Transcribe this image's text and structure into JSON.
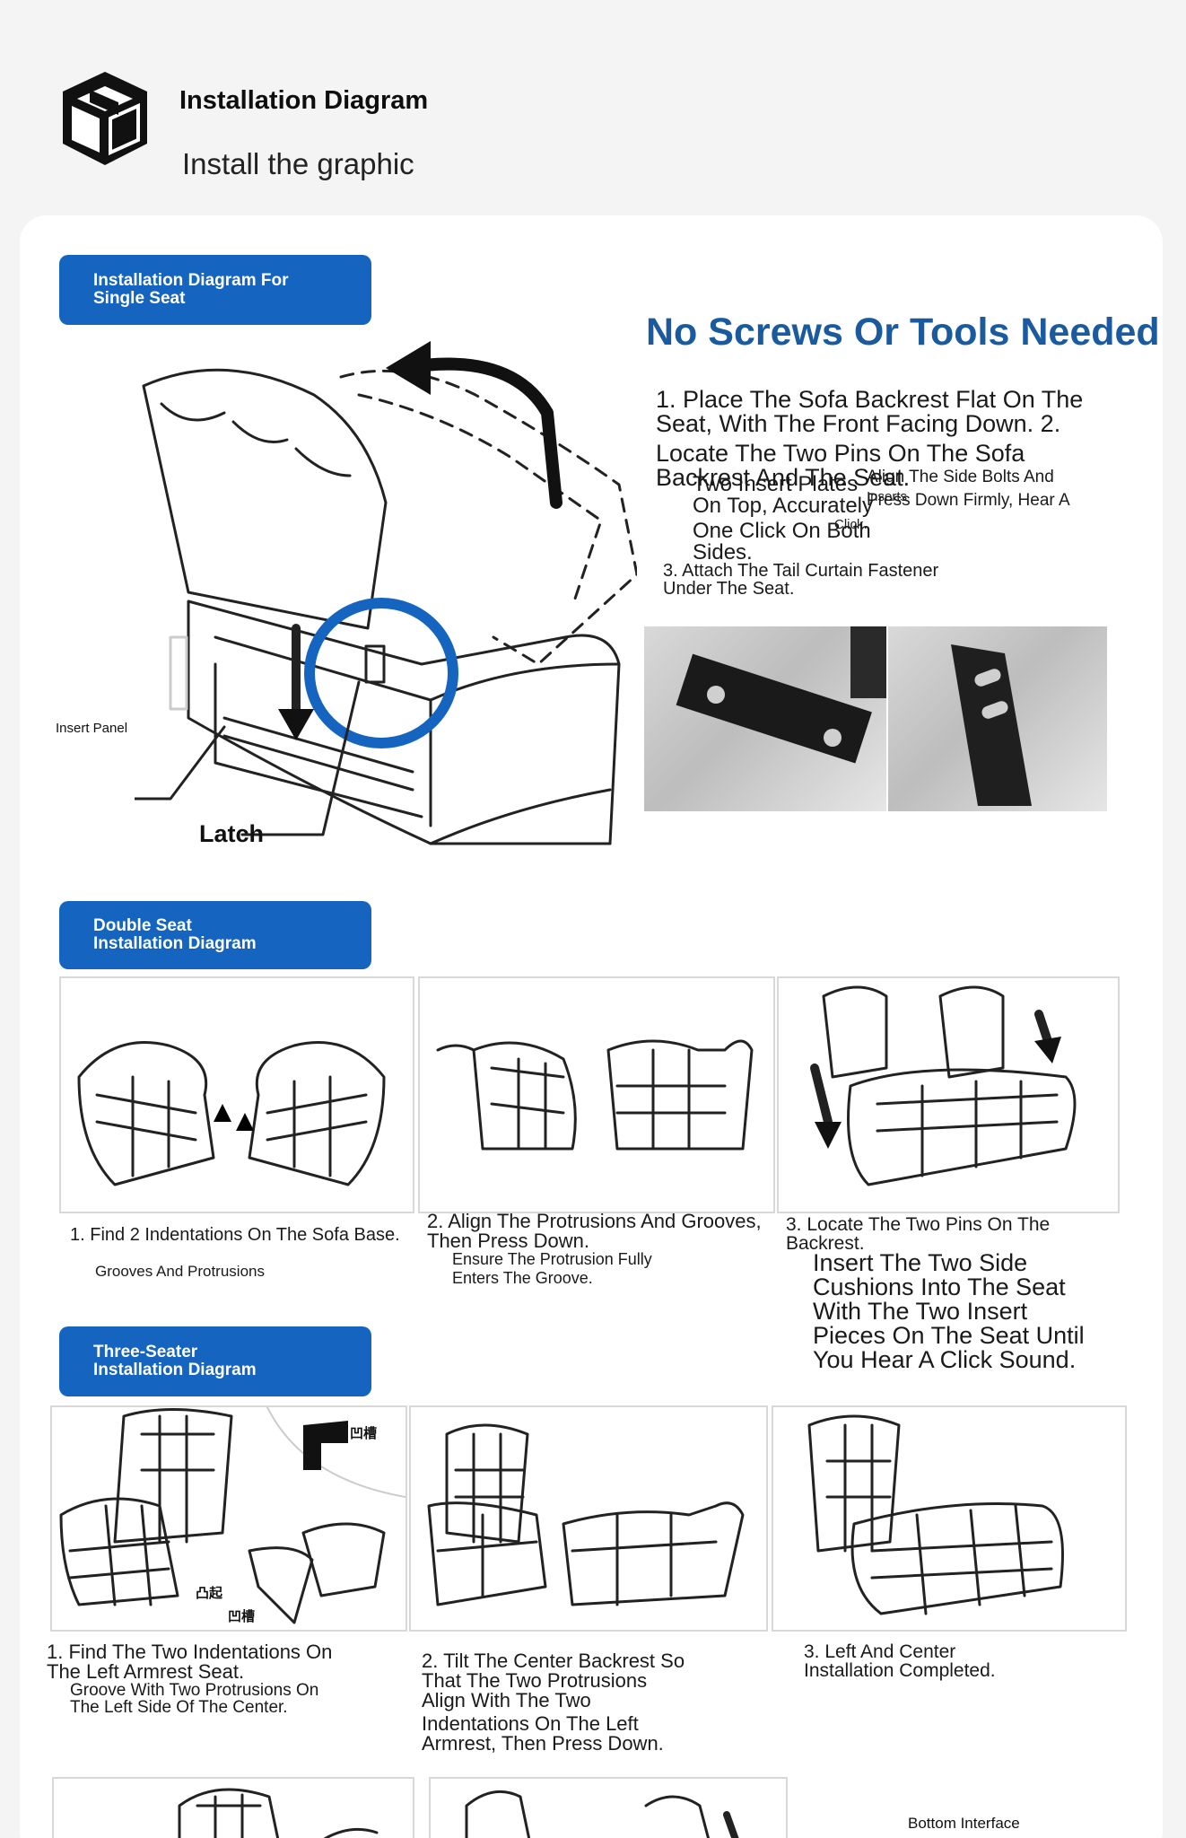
{
  "header": {
    "title": "Installation Diagram",
    "subtitle": "Install the graphic"
  },
  "single_seat": {
    "badge_line1": "Installation Diagram For",
    "badge_line2": "Single Seat",
    "headline": "No Screws Or Tools Needed",
    "step1_line1": "1. Place The Sofa Backrest Flat On The",
    "step1_line2": "Seat, With The Front Facing Down. 2.",
    "step1_line3": "Locate The Two Pins On The Sofa",
    "step1_line4": "Backrest And The Seat.",
    "step2_line1": "Two Insert Plates",
    "step2_line2": "On Top, Accurately",
    "step2_line3": "One Click On Both",
    "step2_line4": "Sides.",
    "note_line1": "Align The Side Bolts And",
    "note_line2": "Press Down Firmly, Hear A",
    "note_line3": "Click.",
    "note_inserts": "Inserts",
    "step3_line1": "3. Attach The Tail Curtain Fastener",
    "step3_line2": "Under The Seat.",
    "label_insert_panel": "Insert Panel",
    "label_latch": "Latch"
  },
  "double_seat": {
    "badge_line1": "Double Seat",
    "badge_line2": "Installation Diagram",
    "step1": "1. Find 2 Indentations On The Sofa Base.",
    "step1_note": "Grooves And Protrusions",
    "step2_line1": "2. Align The Protrusions And Grooves,",
    "step2_line2": "Then Press Down.",
    "step2_note_line1": "Ensure The Protrusion Fully",
    "step2_note_line2": "Enters The Groove.",
    "step3_line1": "3. Locate The Two Pins On The",
    "step3_line2": "Backrest.",
    "step3_big_line1": "Insert The Two Side",
    "step3_big_line2": "Cushions Into The Seat",
    "step3_big_line3": "With The Two Insert",
    "step3_big_line4": "Pieces On The Seat Until",
    "step3_big_line5": "You Hear A Click Sound."
  },
  "three_seat": {
    "badge_line1": "Three-Seater",
    "badge_line2": "Installation Diagram",
    "groove_label": "凹槽",
    "protrusion_label": "凸起",
    "step1_line1": "1. Find The Two Indentations On",
    "step1_line2": "The Left Armrest Seat.",
    "step1_note_line1": "Groove With Two Protrusions On",
    "step1_note_line2": "The Left Side Of The Center.",
    "step2_line1": "2. Tilt The Center Backrest So",
    "step2_line2": "That The Two Protrusions",
    "step2_line3": "Align With The Two",
    "step2_line4": "Indentations On The Left",
    "step2_line5": "Armrest, Then Press Down.",
    "step3_line1": "3. Left And Center",
    "step3_line2": "Installation Completed.",
    "bottom_label": "Bottom Interface"
  },
  "colors": {
    "accent_blue": "#1565c0",
    "headline_blue": "#1a5a9e",
    "card_bg": "#ffffff",
    "page_bg": "#f4f4f4"
  },
  "icons": {
    "header": "box-icon",
    "arrow": "curved-arrow-icon"
  }
}
